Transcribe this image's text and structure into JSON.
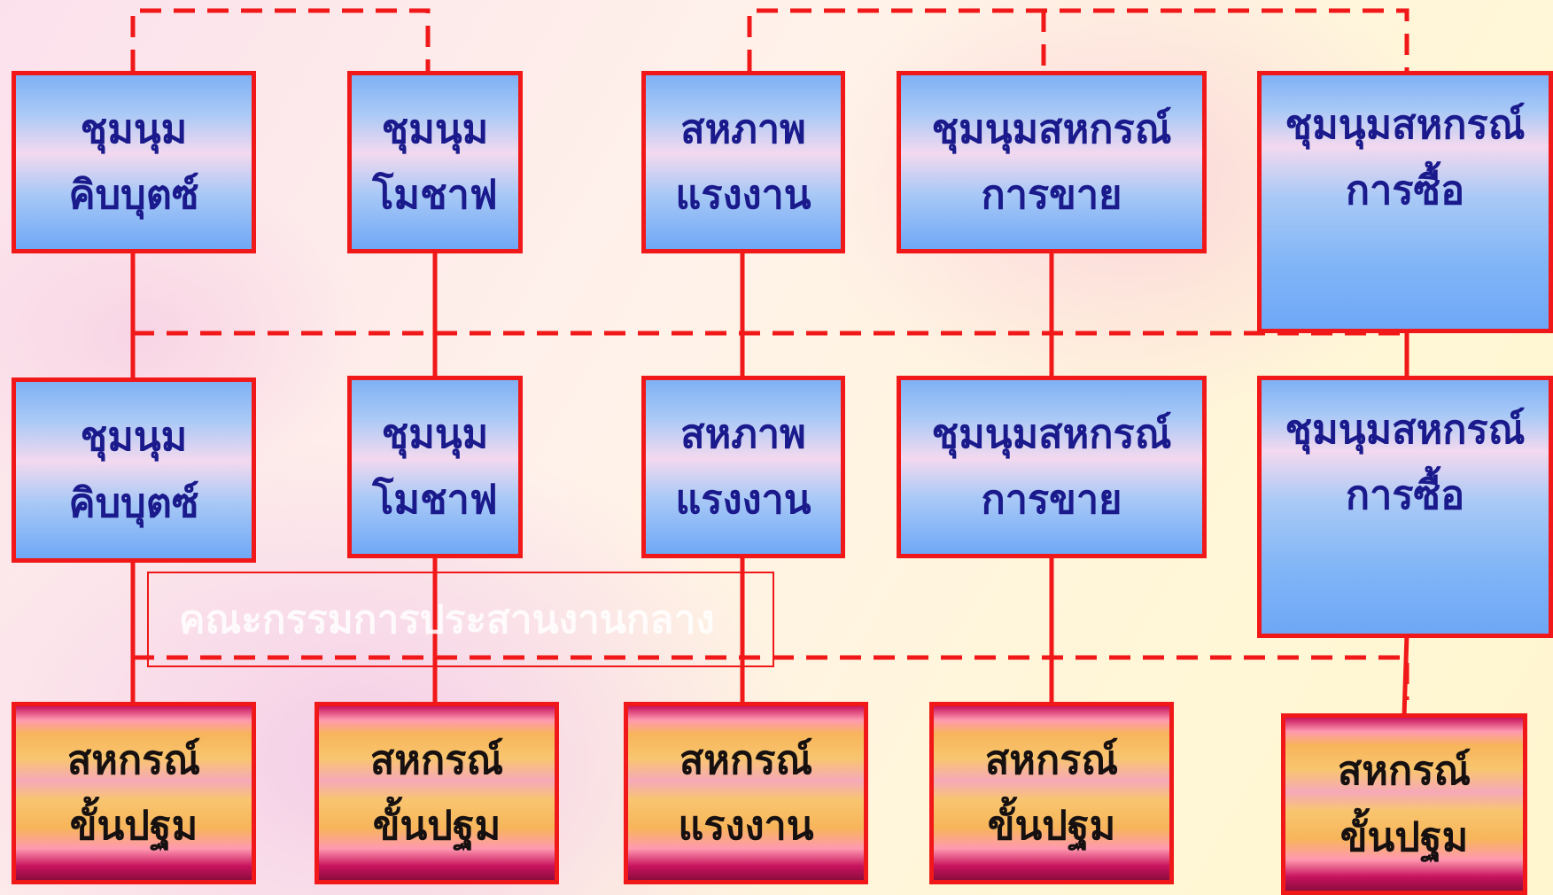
{
  "colors": {
    "line": "#f01818",
    "text_blue": "#1a1a8c",
    "text_dark": "#161010"
  },
  "row1": [
    {
      "line1": "ชุมนุม",
      "line2": "คิบบุตซ์"
    },
    {
      "line1": "ชุมนุม",
      "line2": "โมชาฟ"
    },
    {
      "line1": "สหภาพ",
      "line2": "แรงงาน"
    },
    {
      "line1": "ชุมนุมสหกรณ์",
      "line2": "การขาย"
    },
    {
      "line1": "ชุมนุมสหกรณ์",
      "line2": "การซื้อ"
    }
  ],
  "row2": [
    {
      "line1": "ชุมนุม",
      "line2": "คิบบุตซ์"
    },
    {
      "line1": "ชุมนุม",
      "line2": "โมชาฟ"
    },
    {
      "line1": "สหภาพ",
      "line2": "แรงงาน"
    },
    {
      "line1": "ชุมนุมสหกรณ์",
      "line2": "การขาย"
    },
    {
      "line1": "ชุมนุมสหกรณ์",
      "line2": "การซื้อ"
    }
  ],
  "row3": [
    {
      "line1": "สหกรณ์",
      "line2": "ขั้นปฐม"
    },
    {
      "line1": "สหกรณ์",
      "line2": "ขั้นปฐม"
    },
    {
      "line1": "สหกรณ์",
      "line2": "แรงงาน"
    },
    {
      "line1": "สหกรณ์",
      "line2": "ขั้นปฐม"
    },
    {
      "line1": "สหกรณ์",
      "line2": "ขั้นปฐม"
    }
  ],
  "committee_label": "คณะกรรมการประสานงานกลาง"
}
